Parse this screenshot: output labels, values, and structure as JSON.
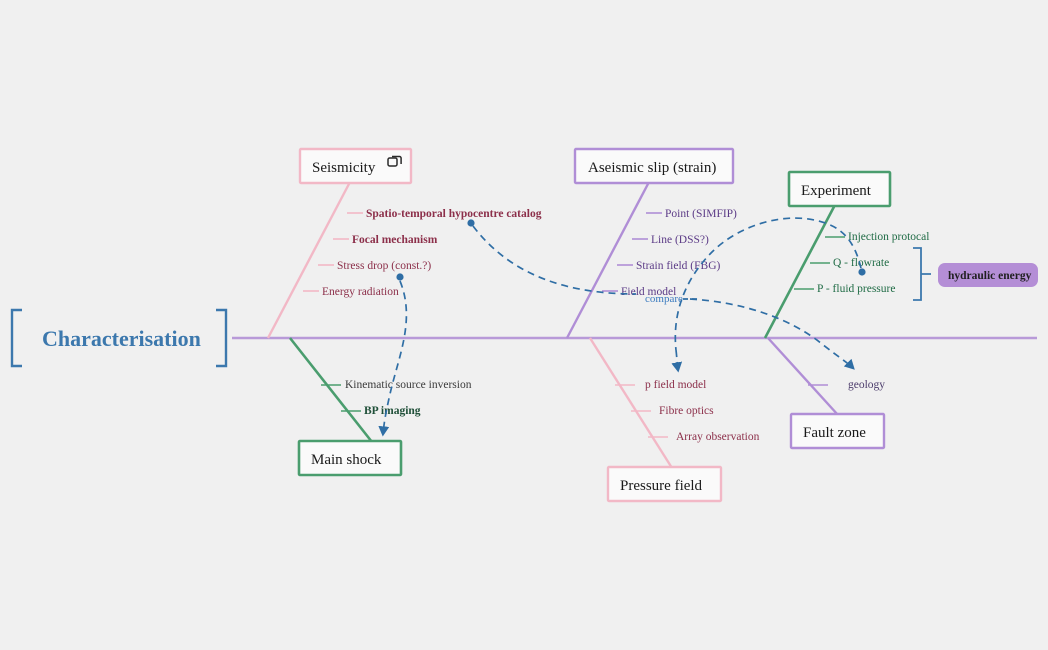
{
  "root": {
    "title": "Characterisation",
    "bracket_color": "#3c78ad",
    "spine_color": "#b89ad8"
  },
  "colors": {
    "seismicity": "#f2b8c6",
    "seismicity_text": "#8c2f4a",
    "aseismic": "#b08ed6",
    "aseismic_text": "#5b3a86",
    "experiment": "#4a9d6e",
    "experiment_text": "#1f6b45",
    "mainshock": "#4a9d6e",
    "mainshock_text": "#3a3a3a",
    "pressure": "#f2b8c6",
    "pressure_text": "#8c2f4a",
    "faultzone": "#b08ed6",
    "faultzone_text": "#4b3b6b",
    "annotation": "#2f6ea5",
    "badge_fill": "#b48ed6",
    "background": "#f0f0f0"
  },
  "branches": [
    {
      "id": "seismicity",
      "title": "Seismicity",
      "icon": "copy-duplicate-icon",
      "side": "top",
      "bones": [
        {
          "label": "Spatio-temporal hypocentre catalog",
          "bold": true
        },
        {
          "label": "Focal mechanism",
          "bold": true
        },
        {
          "label": "Stress drop (const.?)",
          "bold": false
        },
        {
          "label": "Energy radiation",
          "bold": false
        }
      ]
    },
    {
      "id": "aseismic-slip",
      "title": "Aseismic slip (strain)",
      "side": "top",
      "bones": [
        {
          "label": "Point (SIMFIP)",
          "bold": false
        },
        {
          "label": "Line (DSS?)",
          "bold": false
        },
        {
          "label": "Strain field (FBG)",
          "bold": false
        },
        {
          "label": "Field model",
          "bold": false
        }
      ]
    },
    {
      "id": "experiment",
      "title": "Experiment",
      "side": "top",
      "bones": [
        {
          "label": "Injection protocal",
          "bold": false
        },
        {
          "label": "Q - flowrate",
          "bold": false
        },
        {
          "label": "P - fluid pressure",
          "bold": false
        }
      ]
    },
    {
      "id": "main-shock",
      "title": "Main shock",
      "side": "bottom",
      "bones": [
        {
          "label": "Kinematic source inversion",
          "bold": false
        },
        {
          "label": "BP imaging",
          "bold": true
        }
      ]
    },
    {
      "id": "pressure-field",
      "title": "Pressure field",
      "side": "bottom",
      "bones": [
        {
          "label": "p field model",
          "bold": false
        },
        {
          "label": "Fibre optics",
          "bold": false
        },
        {
          "label": "Array observation",
          "bold": false
        }
      ]
    },
    {
      "id": "fault-zone",
      "title": "Fault zone",
      "side": "bottom",
      "bones": [
        {
          "label": "geology",
          "bold": false
        }
      ]
    }
  ],
  "annotations": {
    "compare_label": "compare",
    "hydraulic_badge": "hydraulic energy"
  }
}
